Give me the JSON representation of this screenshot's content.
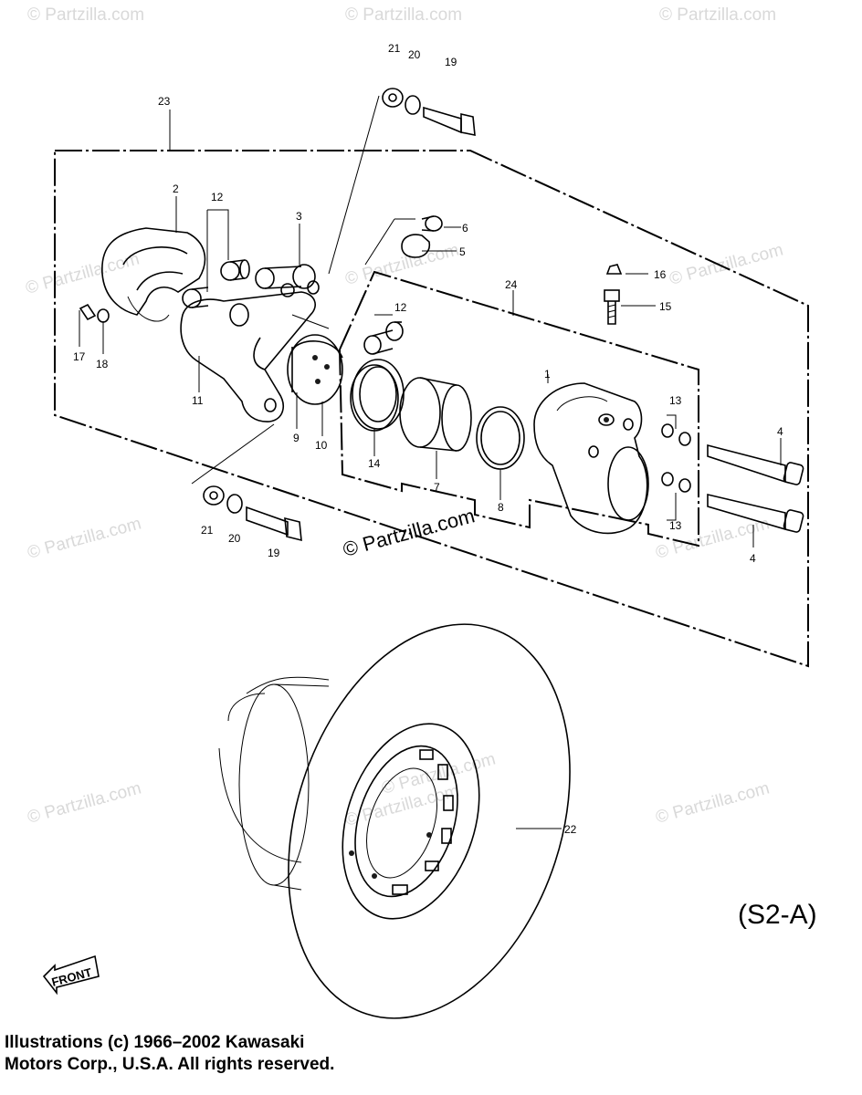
{
  "watermarks": [
    "© Partzilla.com",
    "© Partzilla.com",
    "© Partzilla.com",
    "© Partzilla.com",
    "© Partzilla.com",
    "© Partzilla.com",
    "© Partzilla.com",
    "© Partzilla.com",
    "© Partzilla.com",
    "© Partzilla.com",
    "© Partzilla.com",
    "© Partzilla.com"
  ],
  "center_watermark": "© Partzilla.com",
  "callouts": {
    "c1": "1",
    "c2": "2",
    "c3": "3",
    "c4a": "4",
    "c4b": "4",
    "c5": "5",
    "c6": "6",
    "c7": "7",
    "c8": "8",
    "c9": "9",
    "c10": "10",
    "c11": "11",
    "c12a": "12",
    "c12b": "12",
    "c13a": "13",
    "c13b": "13",
    "c14": "14",
    "c15": "15",
    "c16": "16",
    "c17": "17",
    "c18": "18",
    "c19a": "19",
    "c19b": "19",
    "c20a": "20",
    "c20b": "20",
    "c21a": "21",
    "c21b": "21",
    "c22": "22",
    "c23": "23",
    "c24": "24"
  },
  "diagram_code": "(S2-A)",
  "front_label": "FRONT",
  "copyright": {
    "line1": "Illustrations (c) 1966–2002 Kawasaki",
    "line2": "Motors Corp., U.S.A.  All rights reserved."
  }
}
